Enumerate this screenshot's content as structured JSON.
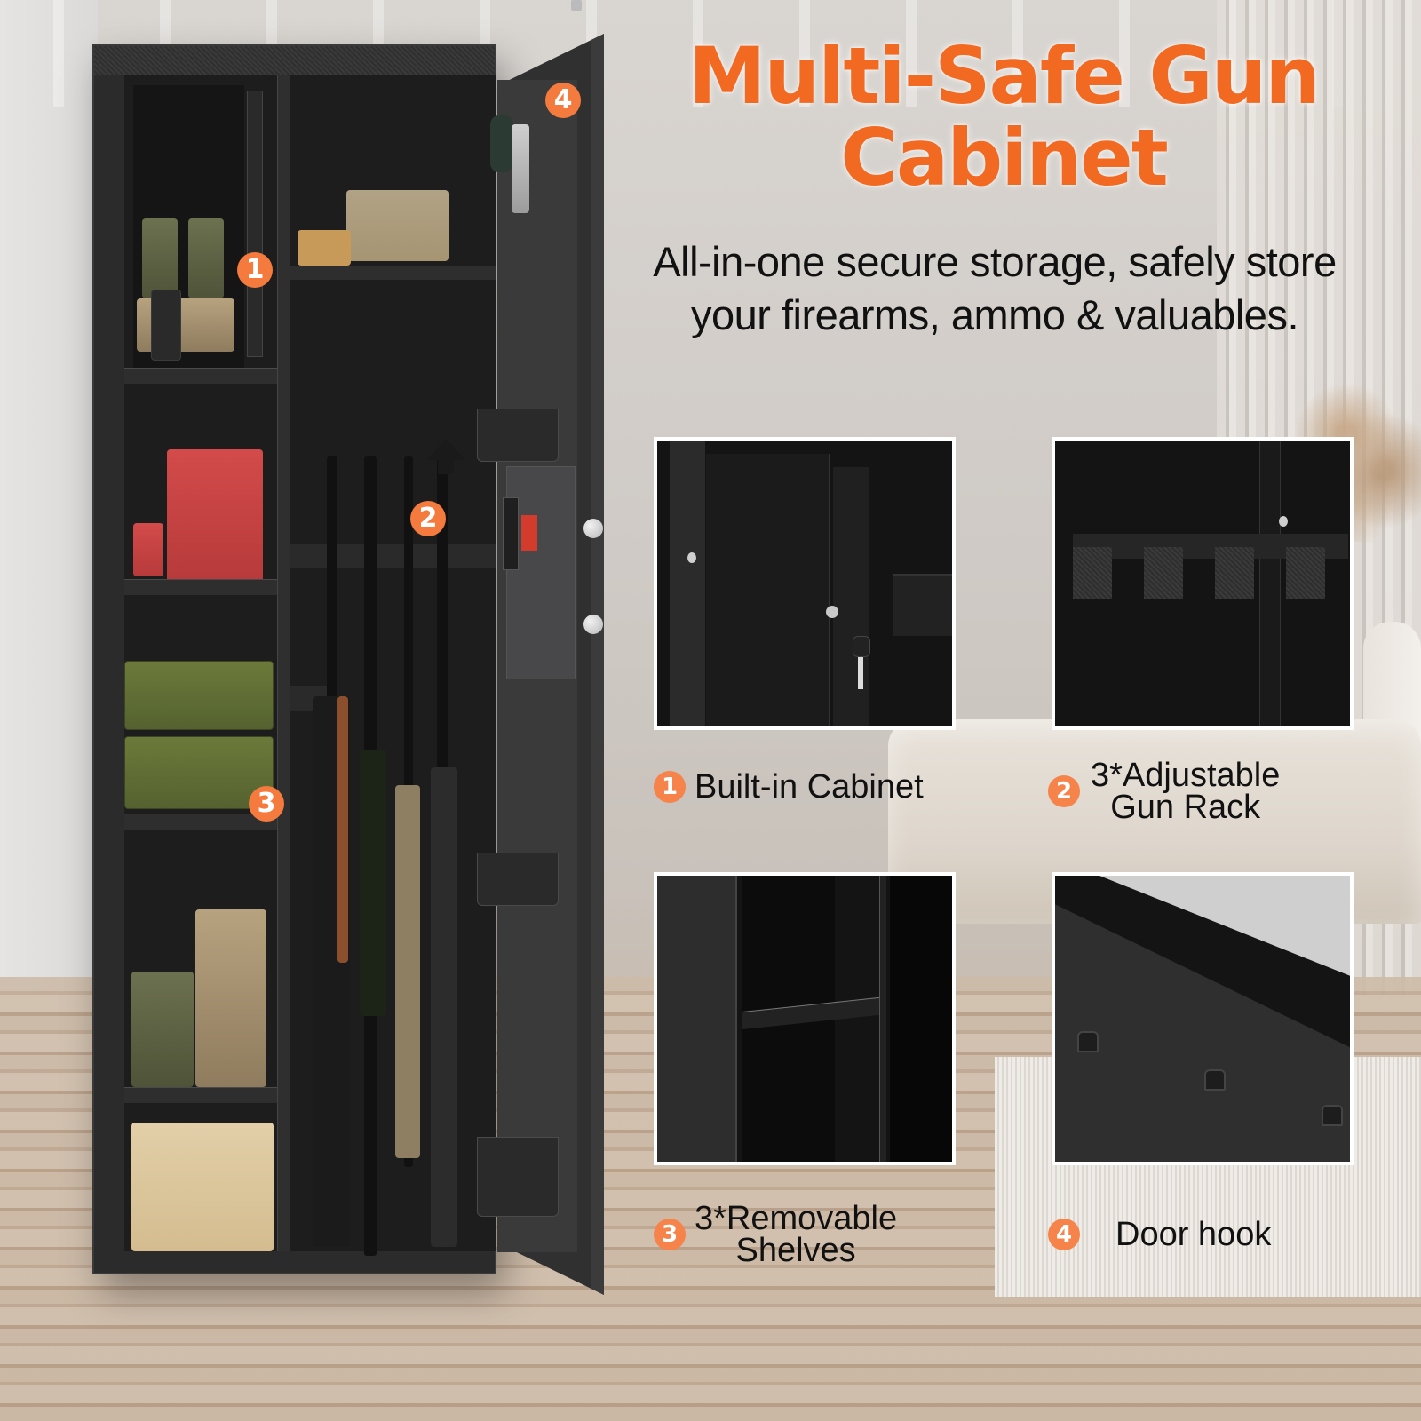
{
  "header": {
    "title_line1": "Multi-Safe Gun",
    "title_line2": "Cabinet",
    "subtitle_line1": "All-in-one secure storage, safely store",
    "subtitle_line2": "your firearms, ammo & valuables."
  },
  "colors": {
    "title_orange": "#f26a21",
    "badge_orange": "#f47b3d",
    "text_dark": "#111111",
    "cabinet_black": "#2b2b2c",
    "tile_border": "#ffffff"
  },
  "hero": {
    "callouts": [
      {
        "number": "1",
        "feature": "built-in-cabinet"
      },
      {
        "number": "2",
        "feature": "adjustable-gun-rack"
      },
      {
        "number": "3",
        "feature": "removable-shelves"
      },
      {
        "number": "4",
        "feature": "door-hook"
      }
    ]
  },
  "features": [
    {
      "number": "1",
      "label_line1": "Built-in Cabinet",
      "label_line2": ""
    },
    {
      "number": "2",
      "label_line1": "3*Adjustable",
      "label_line2": "Gun Rack"
    },
    {
      "number": "3",
      "label_line1": "3*Removable",
      "label_line2": "Shelves"
    },
    {
      "number": "4",
      "label_line1": "Door hook",
      "label_line2": ""
    }
  ]
}
